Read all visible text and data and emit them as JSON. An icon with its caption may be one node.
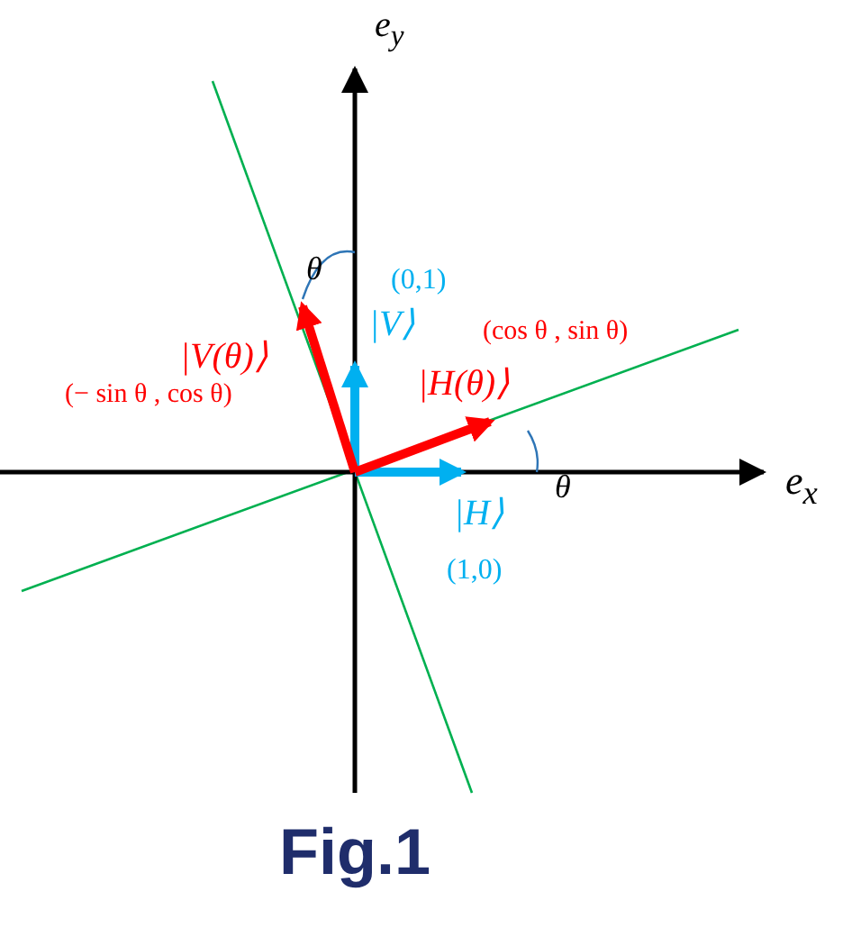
{
  "diagram": {
    "caption": "Fig.1",
    "labels": [
      "e$_{y}$",
      "θ",
      "(0,1)",
      "|V⟩",
      "(cos θ , sin θ)",
      "|V(θ)⟩",
      "|H(θ)⟩",
      "(− sin θ , cos θ)",
      "θ",
      "e$_{x}$",
      "|H⟩",
      "(1,0)"
    ]
  }
}
